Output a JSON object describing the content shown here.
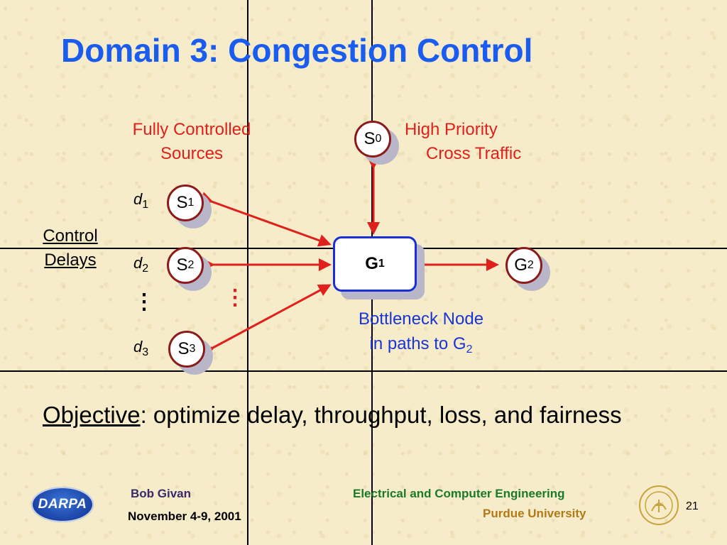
{
  "title": "Domain 3: Congestion Control",
  "labels": {
    "fully_controlled_1": "Fully Controlled",
    "fully_controlled_2": "Sources",
    "high_priority_1": "High Priority",
    "high_priority_2": "Cross Traffic",
    "control_delays_1": "Control",
    "control_delays_2": "Delays",
    "bottleneck_1": "Bottleneck Node",
    "bottleneck_2": "in paths to G",
    "bottleneck_2_sub": "2"
  },
  "nodes": {
    "s0": {
      "base": "S",
      "sub": "0"
    },
    "s1": {
      "base": "S",
      "sub": "1"
    },
    "s2": {
      "base": "S",
      "sub": "2"
    },
    "s3": {
      "base": "S",
      "sub": "3"
    },
    "g1": {
      "base": "G",
      "sub": "1"
    },
    "g2": {
      "base": "G",
      "sub": "2"
    }
  },
  "delays": {
    "d1": {
      "base": "d",
      "sub": "1"
    },
    "d2": {
      "base": "d",
      "sub": "2"
    },
    "d3": {
      "base": "d",
      "sub": "3"
    }
  },
  "ellipsis": "⋮",
  "objective": {
    "keyword": "Objective",
    "rest": ": optimize delay, throughput, loss, and fairness"
  },
  "footer": {
    "author": "Bob Givan",
    "date": "November 4-9, 2001",
    "department": "Electrical and Computer Engineering",
    "university": "Purdue University",
    "page": "21",
    "logo_text": "DARPA"
  },
  "colors": {
    "title": "#1a5cf0",
    "red": "#e0201c",
    "blue": "#1a35d6",
    "node_border": "#8b1a1a"
  }
}
